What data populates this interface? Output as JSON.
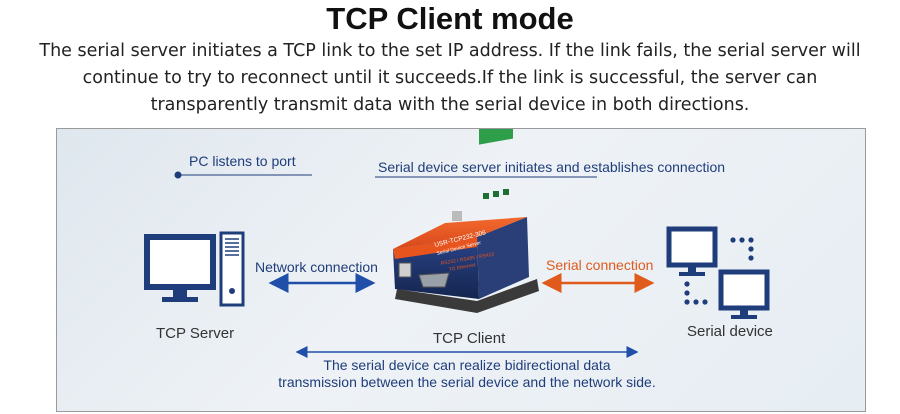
{
  "heading": {
    "title": "TCP Client mode",
    "description_lines": [
      "The serial server initiates a TCP link to the set IP address. If the link fails, the serial server will",
      "continue to try to reconnect until it succeeds.If the link is successful, the server can",
      "transparently transmit data with the serial device in both directions."
    ]
  },
  "diagram": {
    "pc_listens": "PC listens to port",
    "server_initiates": "Serial device server initiates and establishes connection",
    "network_connection": "Network connection",
    "serial_connection": "Serial connection",
    "tcp_server": "TCP Server",
    "tcp_client": "TCP Client",
    "serial_device": "Serial device",
    "bidirectional_note_lines": [
      "The serial device can realize bidirectional data",
      "transmission between the serial device and the network side."
    ],
    "device_text": {
      "model": "USR-TCP232-306",
      "subtitle": "Serial Device Server",
      "ports": "RS232 / RS485 / RS422",
      "ethernet": "TO Ethernet"
    },
    "colors": {
      "blue_line": "#1f4fa8",
      "orange_line": "#e05a1c",
      "device_orange": "#e8541e",
      "device_navy": "#1b2f6b",
      "terminal_green": "#2e9e4a"
    }
  }
}
